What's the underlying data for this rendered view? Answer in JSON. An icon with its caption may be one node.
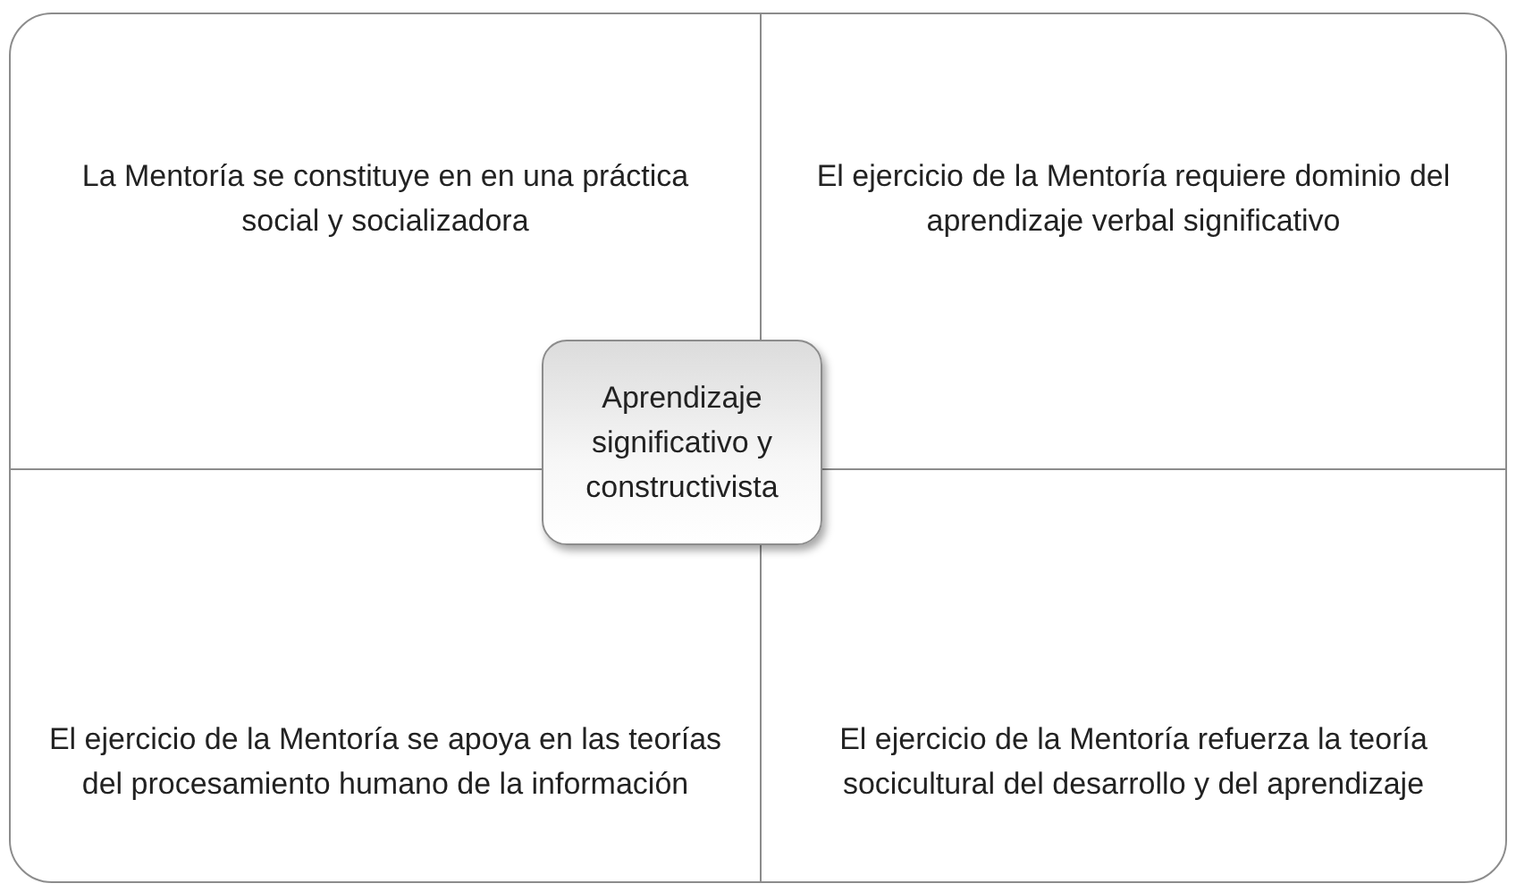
{
  "diagram": {
    "nodes": [
      {
        "text": [
          "La Mentoría se constituye en en una práctica social y socializadora"
        ]
      },
      {
        "text": [
          "El ejercicio de la Mentoría requiere dominio del aprendizaje verbal significativo"
        ]
      },
      {
        "text": [
          "Aprendizaje significativo y constructivista"
        ]
      },
      {
        "text": [
          "El ejercicio de la Mentoría se apoya en las teorías del procesamiento humano de la información"
        ]
      },
      {
        "text": [
          "El ejercicio de la Mentoría refuerza la teoría socicultural del desarrollo y del aprendizaje"
        ]
      }
    ]
  }
}
